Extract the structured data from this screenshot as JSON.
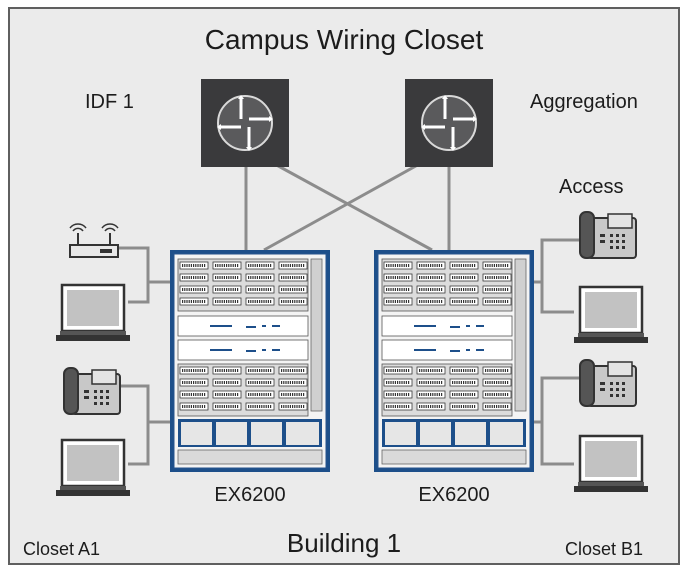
{
  "diagram": {
    "title": "Campus Wiring Closet",
    "labels": {
      "idf": "IDF 1",
      "aggregation": "Aggregation",
      "access": "Access",
      "building": "Building 1",
      "closet_a": "Closet A1",
      "closet_b": "Closet B1"
    },
    "switches": [
      {
        "model": "EX6200"
      },
      {
        "model": "EX6200"
      }
    ],
    "routers": [
      {
        "icon": "router-icon"
      },
      {
        "icon": "router-icon"
      }
    ],
    "left_devices": [
      "wireless-access-point-icon",
      "laptop-icon",
      "ip-phone-icon",
      "laptop-icon"
    ],
    "right_devices": [
      "ip-phone-icon",
      "laptop-icon",
      "ip-phone-icon",
      "laptop-icon"
    ],
    "colors": {
      "background": "#ebebeb",
      "border": "#5f5f5f",
      "router": "#3a3a3c",
      "switch_blue": "#1d4f8a",
      "link": "#8c8c8c"
    }
  }
}
